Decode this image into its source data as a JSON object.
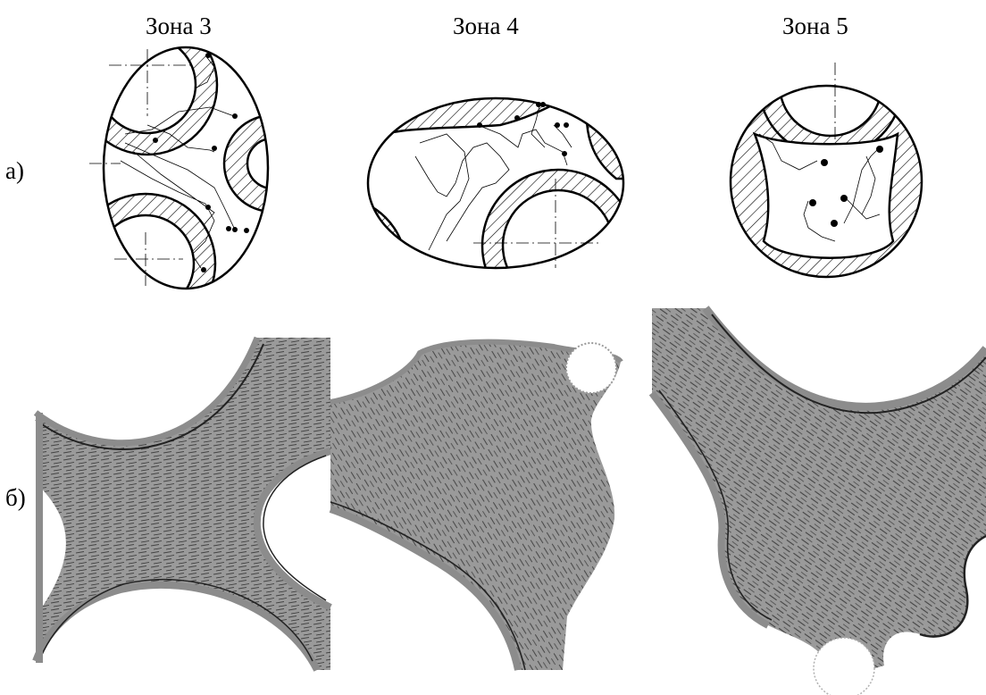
{
  "zones": [
    {
      "title": "Зона 3"
    },
    {
      "title": "Зона 4"
    },
    {
      "title": "Зона 5"
    }
  ],
  "rows": {
    "a": "а)",
    "b": "б)"
  },
  "colors": {
    "outline": "#000000",
    "flow_fill": "#9a9a9a",
    "wall": "#8c8c8c"
  }
}
